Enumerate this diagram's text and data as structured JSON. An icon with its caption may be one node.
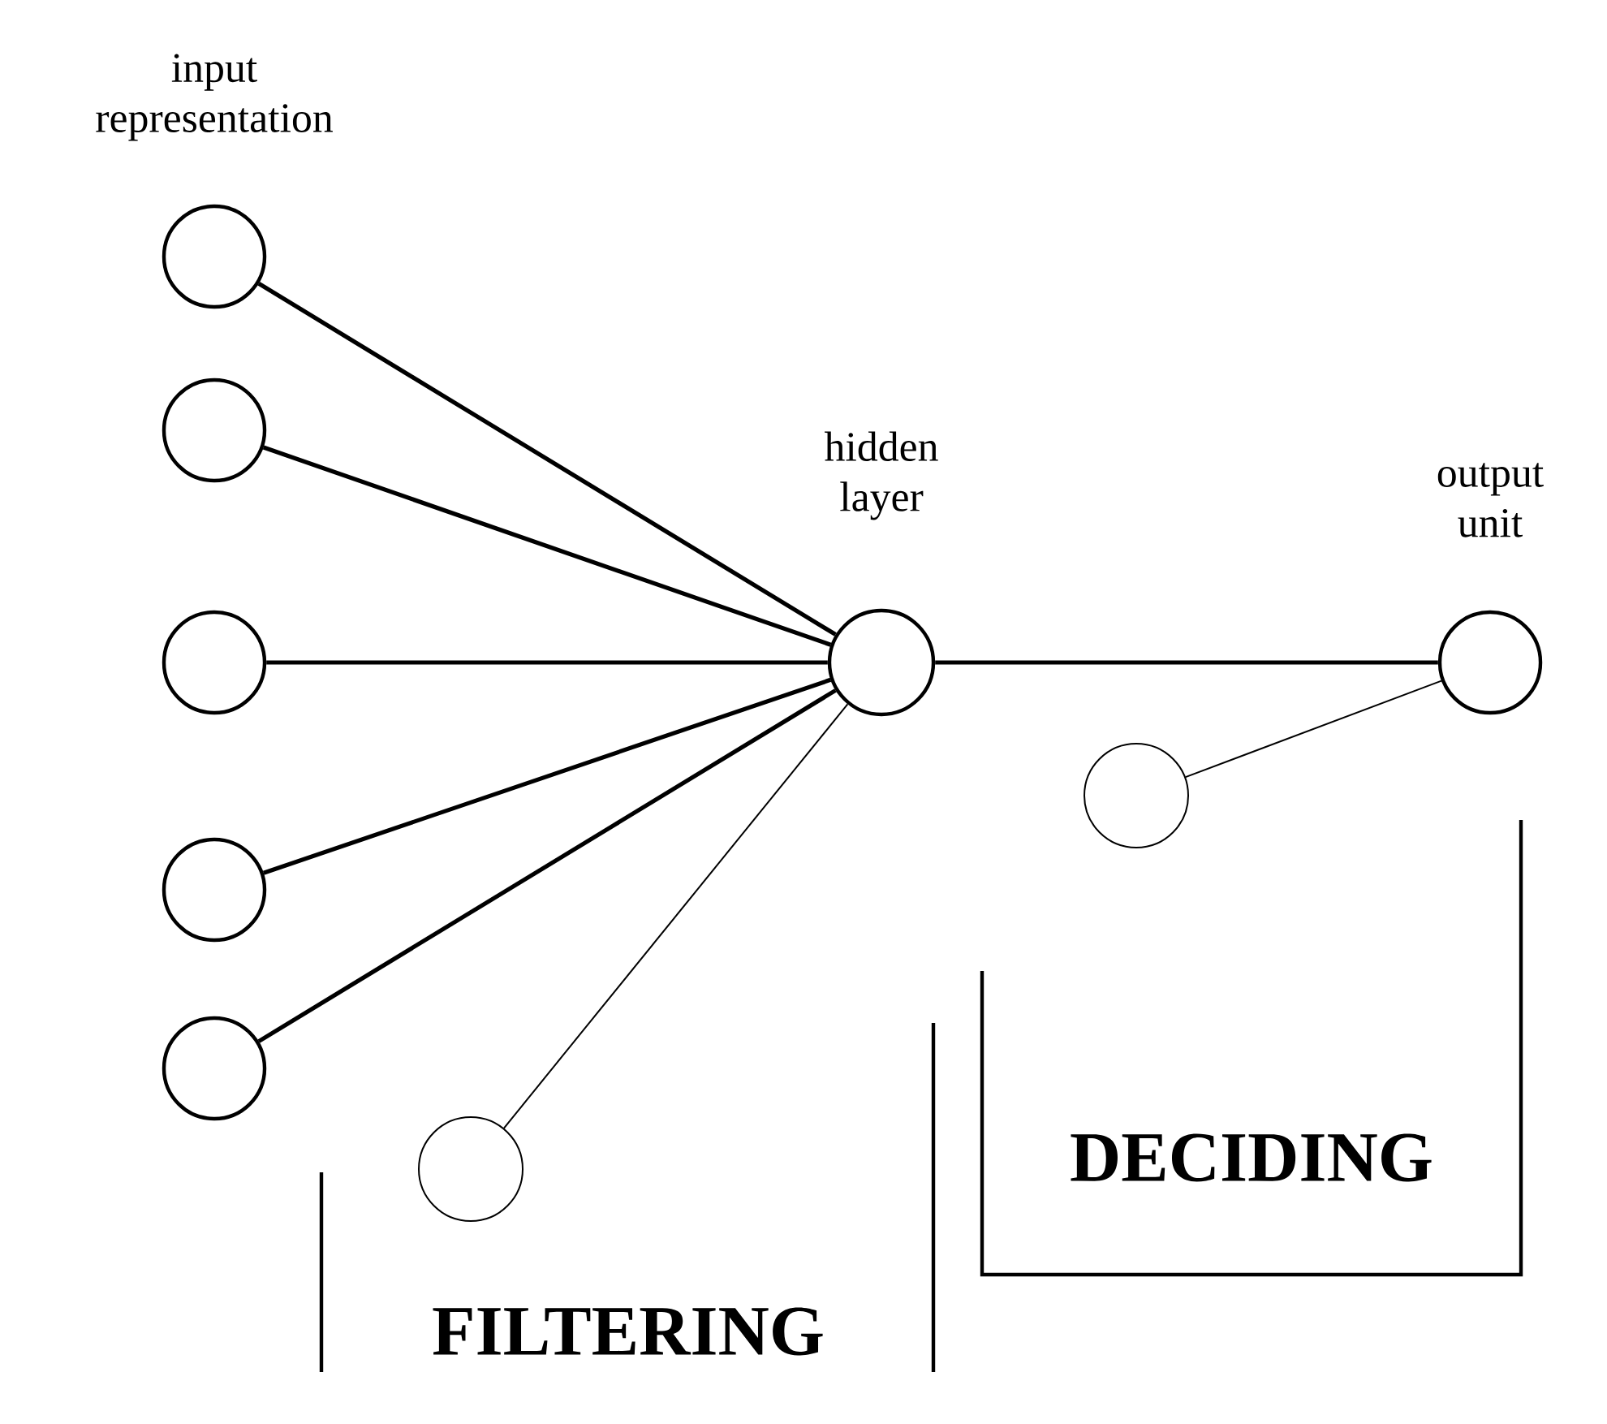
{
  "diagram": {
    "nodes": [
      {
        "text": [],
        "shape": "circle"
      },
      {
        "text": [],
        "shape": "circle"
      },
      {
        "text": [],
        "shape": "circle"
      },
      {
        "text": [],
        "shape": "circle"
      },
      {
        "text": [],
        "shape": "circle"
      },
      {
        "text": [],
        "shape": "circle",
        "beside": [
          "hidden layer"
        ]
      },
      {
        "text": [],
        "shape": "circle",
        "beside": [
          "output unit"
        ]
      },
      {
        "text": [],
        "shape": "circle",
        "in": 9
      },
      {
        "text": [],
        "shape": "circle"
      },
      {
        "text": [
          "FILTERING"
        ]
      },
      {
        "text": [
          "DECIDING"
        ]
      }
    ],
    "edges": [
      {
        "from": 0,
        "to": 5,
        "arrow": "none"
      },
      {
        "from": 1,
        "to": 5,
        "arrow": "none"
      },
      {
        "from": 2,
        "to": 5,
        "arrow": "none"
      },
      {
        "from": 3,
        "to": 5,
        "arrow": "none"
      },
      {
        "from": 4,
        "to": 5,
        "arrow": "none"
      },
      {
        "from": 7,
        "to": 5,
        "arrow": "none"
      },
      {
        "from": 5,
        "to": 6,
        "arrow": "none"
      },
      {
        "from": 8,
        "to": 6,
        "arrow": "none"
      }
    ],
    "labels": [
      "input representation"
    ]
  }
}
